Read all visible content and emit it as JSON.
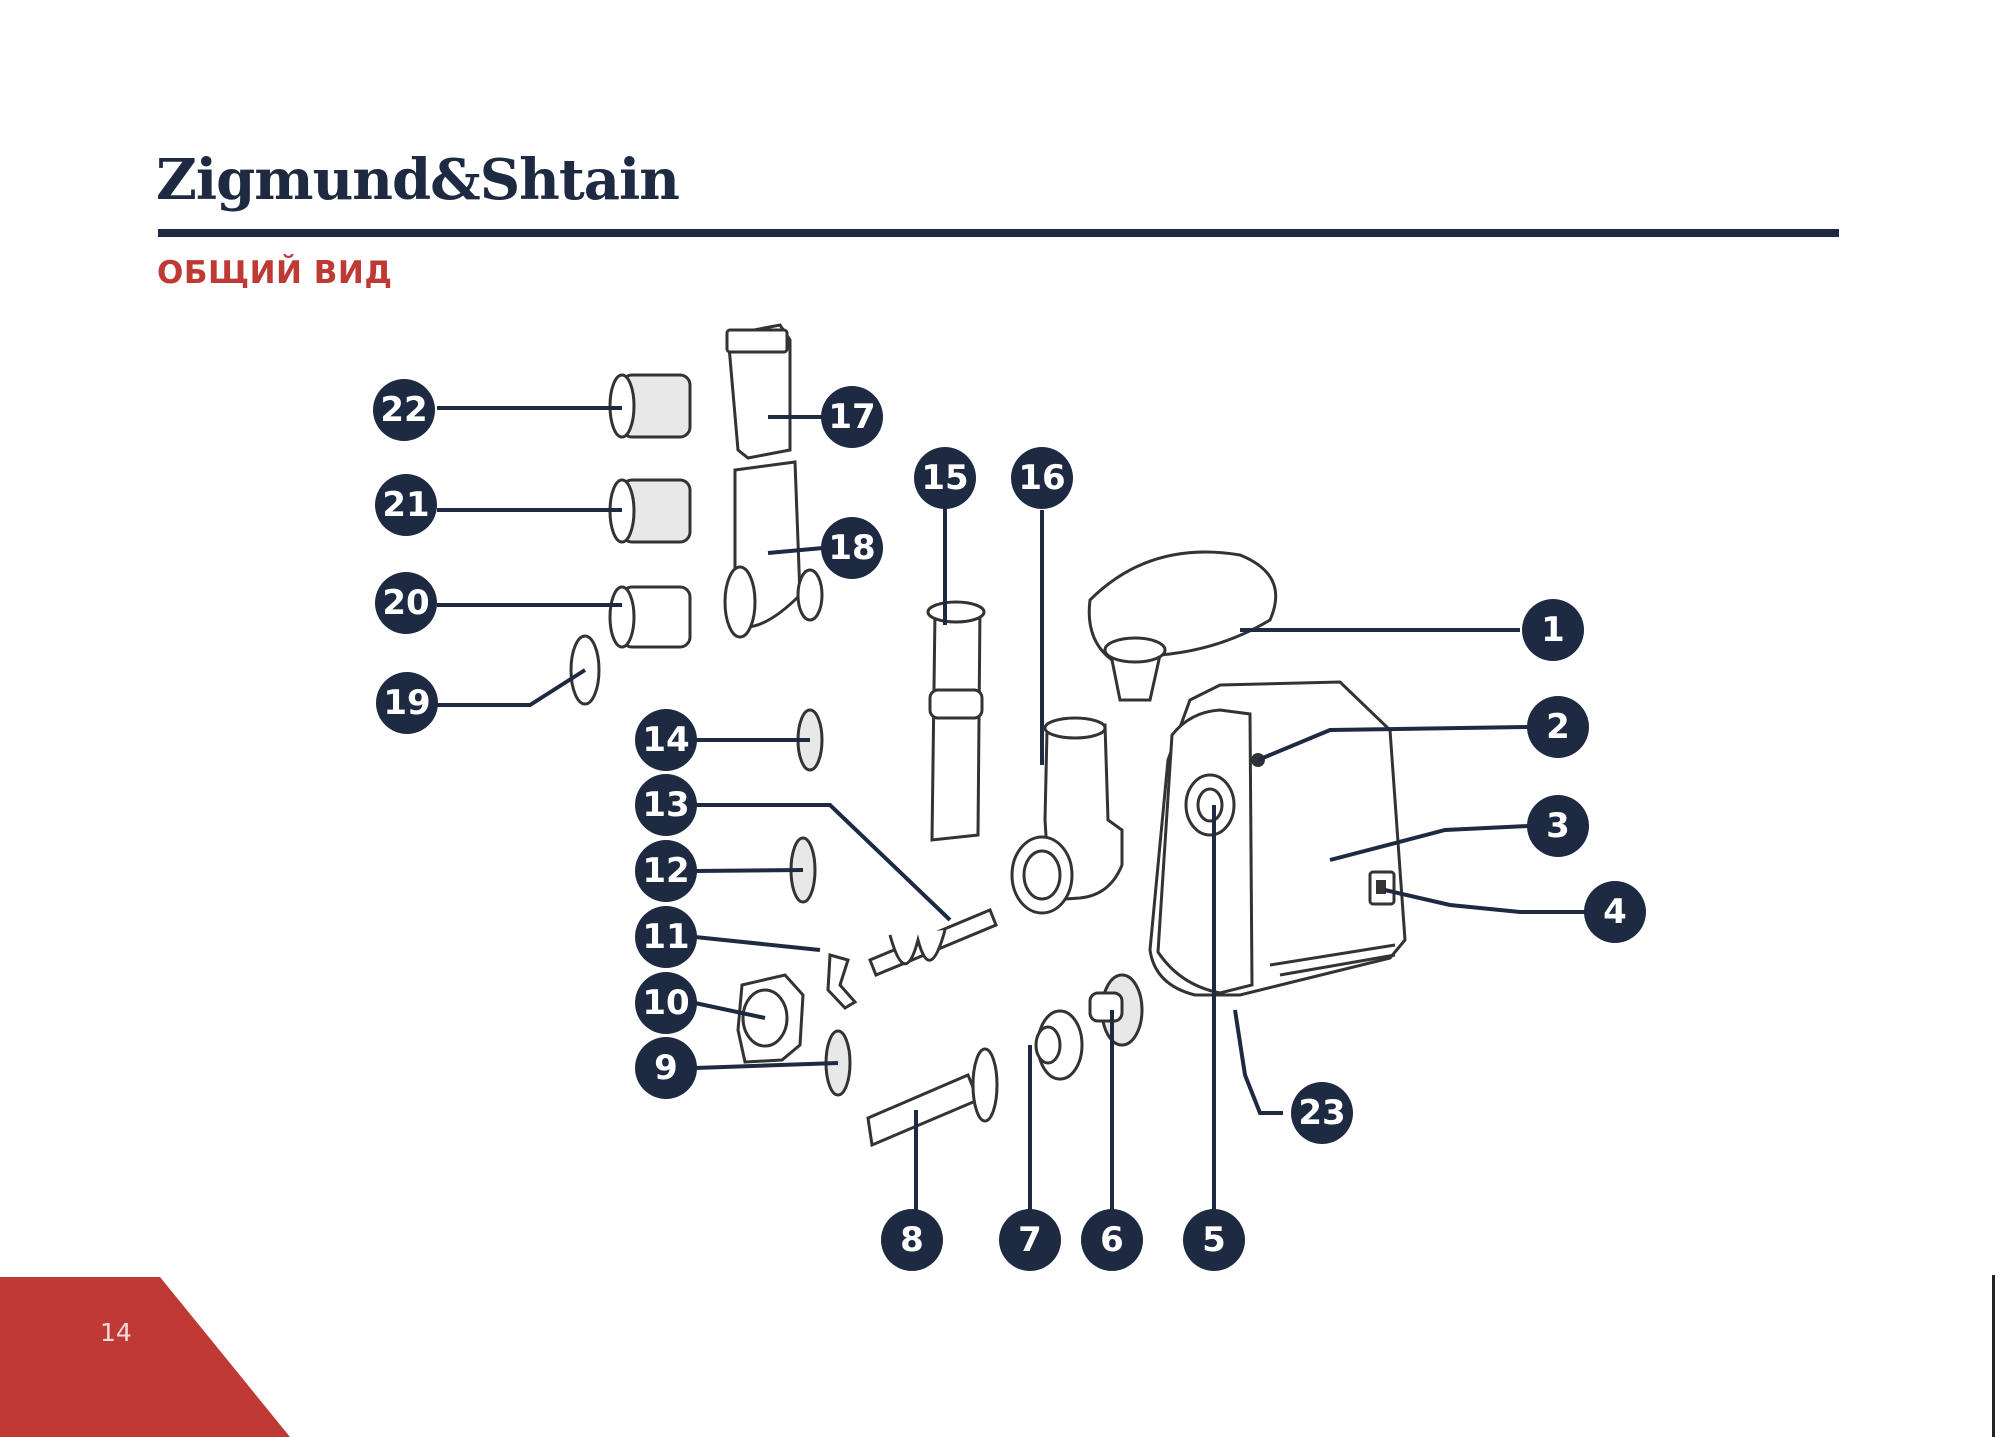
{
  "header": {
    "brand": "Zigmund&Shtain"
  },
  "section_title": "ОБЩИЙ ВИД",
  "page_number": "14",
  "colors": {
    "navy": "#1d2a42",
    "red": "#bf3a34"
  },
  "callouts": [
    "1",
    "2",
    "3",
    "4",
    "5",
    "6",
    "7",
    "8",
    "9",
    "10",
    "11",
    "12",
    "13",
    "14",
    "15",
    "16",
    "17",
    "18",
    "19",
    "20",
    "21",
    "22",
    "23"
  ]
}
